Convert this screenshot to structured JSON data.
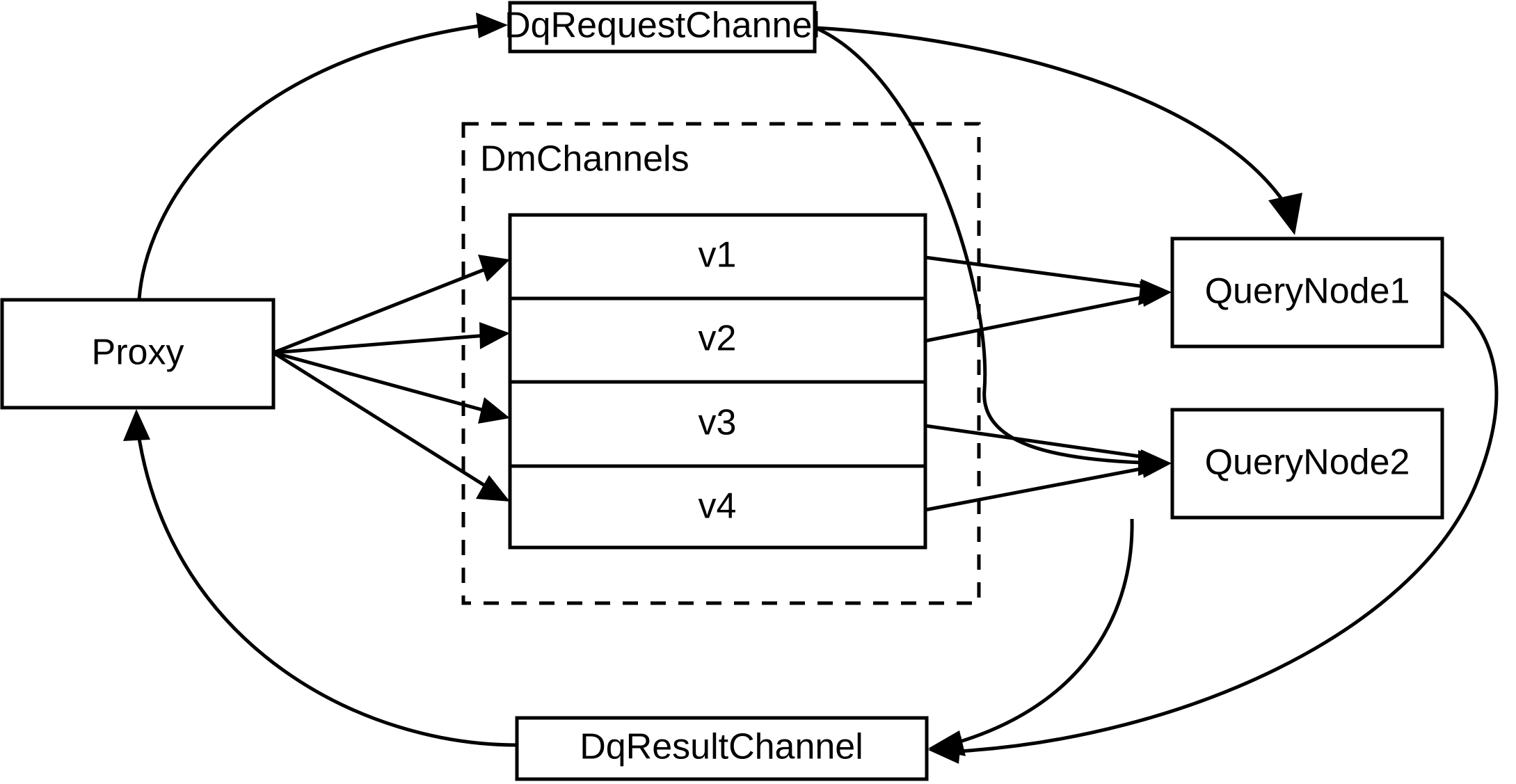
{
  "diagram": {
    "title": "Milvus distributed query channel flow",
    "background_color": "#ffffff",
    "stroke_color": "#000000",
    "nodes": {
      "proxy": {
        "label": "Proxy"
      },
      "dq_request_channel": {
        "label": "DqRequestChannel"
      },
      "dq_result_channel": {
        "label": "DqResultChannel"
      },
      "query_node_1": {
        "label": "QueryNode1"
      },
      "query_node_2": {
        "label": "QueryNode2"
      }
    },
    "group": {
      "label": "DmChannels",
      "style": "dashed"
    },
    "channels": [
      {
        "label": "v1"
      },
      {
        "label": "v2"
      },
      {
        "label": "v3"
      },
      {
        "label": "v4"
      }
    ],
    "edges": [
      {
        "from": "Proxy",
        "to": "DqRequestChannel",
        "style": "curved-arrow"
      },
      {
        "from": "Proxy",
        "to": "v1",
        "style": "straight-arrow"
      },
      {
        "from": "Proxy",
        "to": "v2",
        "style": "straight-arrow"
      },
      {
        "from": "Proxy",
        "to": "v3",
        "style": "straight-arrow"
      },
      {
        "from": "Proxy",
        "to": "v4",
        "style": "straight-arrow"
      },
      {
        "from": "DqRequestChannel",
        "to": "QueryNode1",
        "style": "curved-arrow"
      },
      {
        "from": "DqRequestChannel",
        "to": "QueryNode2",
        "style": "curved-arrow"
      },
      {
        "from": "v1",
        "to": "QueryNode1",
        "style": "straight-arrow"
      },
      {
        "from": "v2",
        "to": "QueryNode1",
        "style": "straight-arrow"
      },
      {
        "from": "v3",
        "to": "QueryNode2",
        "style": "straight-arrow"
      },
      {
        "from": "v4",
        "to": "QueryNode2",
        "style": "straight-arrow"
      },
      {
        "from": "QueryNode1",
        "to": "DqResultChannel",
        "style": "curved-arrow"
      },
      {
        "from": "QueryNode2",
        "to": "DqResultChannel",
        "style": "curved-arrow"
      },
      {
        "from": "DqResultChannel",
        "to": "Proxy",
        "style": "curved-arrow"
      }
    ]
  }
}
